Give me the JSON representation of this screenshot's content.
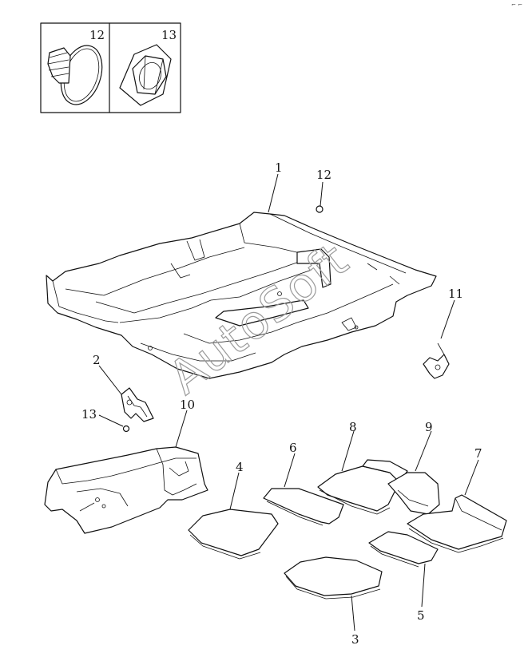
{
  "watermark": "AutoSoft",
  "corner_mark": "⌐ ⌐",
  "legend": [
    {
      "number": "12",
      "icon": "push-clip-icon"
    },
    {
      "number": "13",
      "icon": "flange-nut-icon"
    }
  ],
  "callouts": {
    "c1": "1",
    "c2": "2",
    "c3": "3",
    "c4": "4",
    "c5": "5",
    "c6": "6",
    "c7": "7",
    "c8": "8",
    "c9": "9",
    "c10": "10",
    "c11": "11",
    "c12": "12",
    "c13": "13"
  },
  "colors": {
    "line": "#111111",
    "background": "#ffffff",
    "watermark": "#9a9a9a"
  }
}
